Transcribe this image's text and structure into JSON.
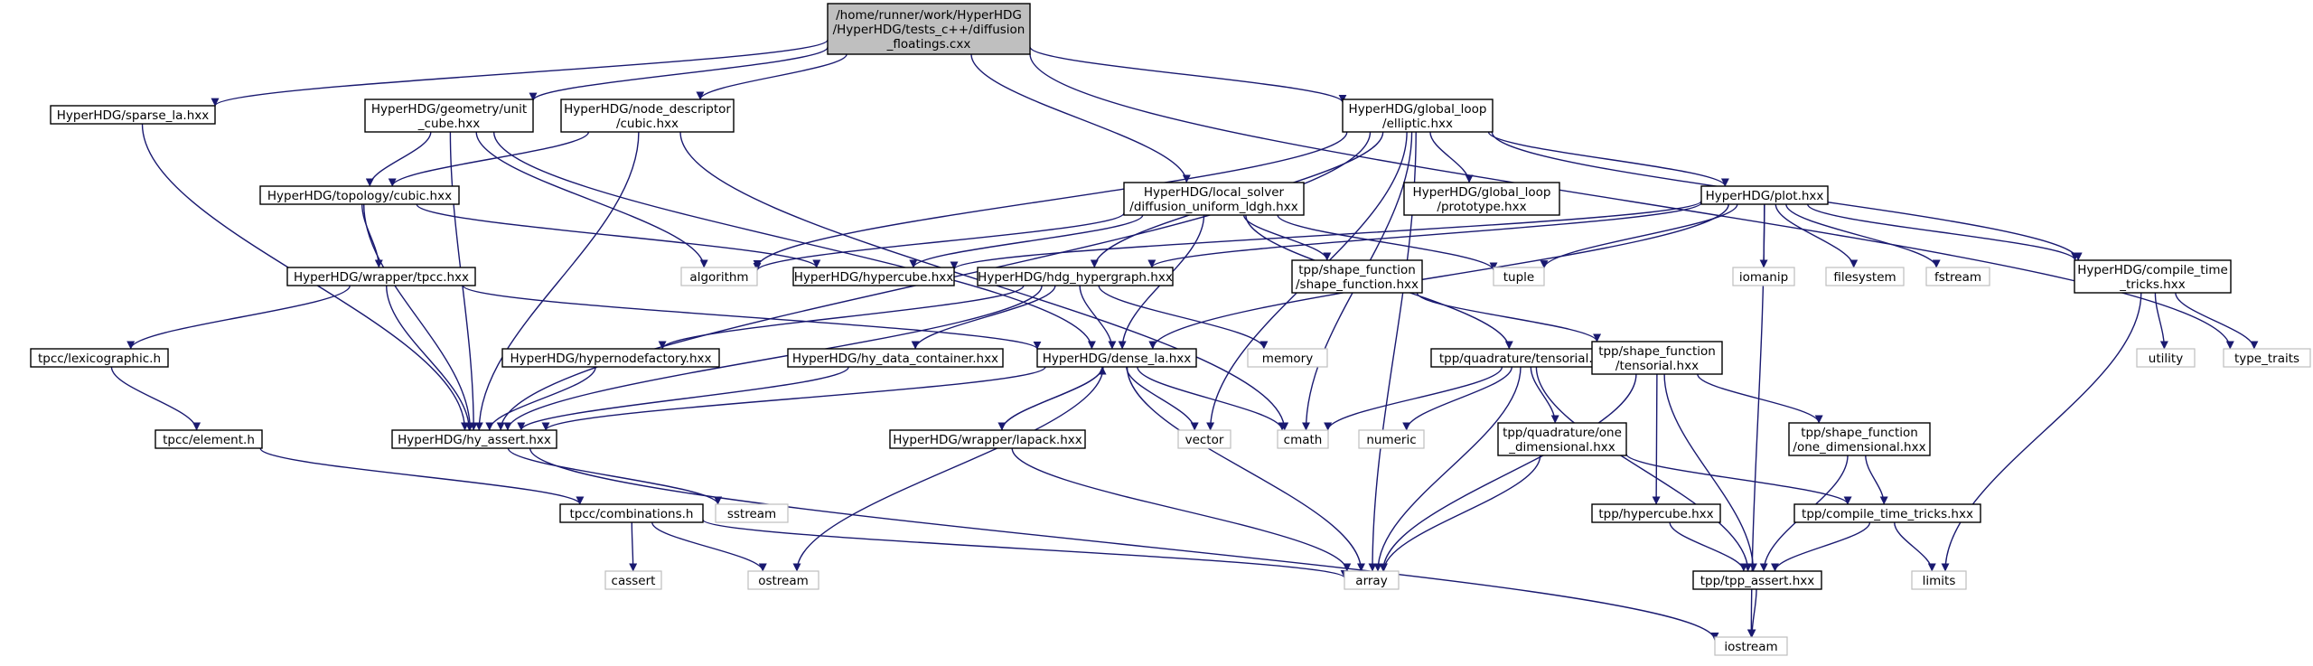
{
  "colors": {
    "edge": "#191970",
    "root_fill": "#bfbfbf",
    "border": "#000000",
    "system_border": "#bfbfbf"
  },
  "nodes": {
    "root": {
      "lines": [
        "/home/runner/work/HyperHDG",
        "/HyperHDG/tests_c++/diffusion",
        "_floatings.cxx"
      ],
      "kind": "root"
    },
    "sparse_la": {
      "lines": [
        "HyperHDG/sparse_la.hxx"
      ],
      "kind": "file"
    },
    "unit_cube": {
      "lines": [
        "HyperHDG/geometry/unit",
        "_cube.hxx"
      ],
      "kind": "file"
    },
    "node_cubic": {
      "lines": [
        "HyperHDG/node_descriptor",
        "/cubic.hxx"
      ],
      "kind": "file"
    },
    "global_elliptic": {
      "lines": [
        "HyperHDG/global_loop",
        "/elliptic.hxx"
      ],
      "kind": "file"
    },
    "topo_cubic": {
      "lines": [
        "HyperHDG/topology/cubic.hxx"
      ],
      "kind": "file"
    },
    "local_solver": {
      "lines": [
        "HyperHDG/local_solver",
        "/diffusion_uniform_ldgh.hxx"
      ],
      "kind": "file"
    },
    "global_prototype": {
      "lines": [
        "HyperHDG/global_loop",
        "/prototype.hxx"
      ],
      "kind": "file"
    },
    "plot": {
      "lines": [
        "HyperHDG/plot.hxx"
      ],
      "kind": "file"
    },
    "wrapper_tpcc": {
      "lines": [
        "HyperHDG/wrapper/tpcc.hxx"
      ],
      "kind": "file"
    },
    "algorithm": {
      "lines": [
        "algorithm"
      ],
      "kind": "system"
    },
    "hypercube": {
      "lines": [
        "HyperHDG/hypercube.hxx"
      ],
      "kind": "file"
    },
    "hdg_hypergraph": {
      "lines": [
        "HyperHDG/hdg_hypergraph.hxx"
      ],
      "kind": "file"
    },
    "shape_function": {
      "lines": [
        "tpp/shape_function",
        "/shape_function.hxx"
      ],
      "kind": "file"
    },
    "tuple": {
      "lines": [
        "tuple"
      ],
      "kind": "system"
    },
    "iomanip": {
      "lines": [
        "iomanip"
      ],
      "kind": "system"
    },
    "filesystem": {
      "lines": [
        "filesystem"
      ],
      "kind": "system"
    },
    "fstream": {
      "lines": [
        "fstream"
      ],
      "kind": "system"
    },
    "compile_time": {
      "lines": [
        "HyperHDG/compile_time",
        "_tricks.hxx"
      ],
      "kind": "file"
    },
    "lexicographic": {
      "lines": [
        "tpcc/lexicographic.h"
      ],
      "kind": "file"
    },
    "hypernodefactory": {
      "lines": [
        "HyperHDG/hypernodefactory.hxx"
      ],
      "kind": "file"
    },
    "hy_data_container": {
      "lines": [
        "HyperHDG/hy_data_container.hxx"
      ],
      "kind": "file"
    },
    "dense_la": {
      "lines": [
        "HyperHDG/dense_la.hxx"
      ],
      "kind": "file"
    },
    "memory": {
      "lines": [
        "memory"
      ],
      "kind": "system"
    },
    "quad_tensorial": {
      "lines": [
        "tpp/quadrature/tensorial.hxx"
      ],
      "kind": "file"
    },
    "sf_tensorial": {
      "lines": [
        "tpp/shape_function",
        "/tensorial.hxx"
      ],
      "kind": "file"
    },
    "utility": {
      "lines": [
        "utility"
      ],
      "kind": "system"
    },
    "type_traits": {
      "lines": [
        "type_traits"
      ],
      "kind": "system"
    },
    "element": {
      "lines": [
        "tpcc/element.h"
      ],
      "kind": "file"
    },
    "hy_assert": {
      "lines": [
        "HyperHDG/hy_assert.hxx"
      ],
      "kind": "file"
    },
    "wrapper_lapack": {
      "lines": [
        "HyperHDG/wrapper/lapack.hxx"
      ],
      "kind": "file"
    },
    "vector": {
      "lines": [
        "vector"
      ],
      "kind": "system"
    },
    "cmath": {
      "lines": [
        "cmath"
      ],
      "kind": "system"
    },
    "numeric": {
      "lines": [
        "numeric"
      ],
      "kind": "system"
    },
    "quad_one_dim": {
      "lines": [
        "tpp/quadrature/one",
        "_dimensional.hxx"
      ],
      "kind": "file"
    },
    "sf_one_dim": {
      "lines": [
        "tpp/shape_function",
        "/one_dimensional.hxx"
      ],
      "kind": "file"
    },
    "combinations": {
      "lines": [
        "tpcc/combinations.h"
      ],
      "kind": "file"
    },
    "sstream": {
      "lines": [
        "sstream"
      ],
      "kind": "system"
    },
    "tpp_hypercube": {
      "lines": [
        "tpp/hypercube.hxx"
      ],
      "kind": "file"
    },
    "tpp_compile_time": {
      "lines": [
        "tpp/compile_time_tricks.hxx"
      ],
      "kind": "file"
    },
    "cassert": {
      "lines": [
        "cassert"
      ],
      "kind": "system"
    },
    "ostream": {
      "lines": [
        "ostream"
      ],
      "kind": "system"
    },
    "array": {
      "lines": [
        "array"
      ],
      "kind": "system"
    },
    "tpp_assert": {
      "lines": [
        "tpp/tpp_assert.hxx"
      ],
      "kind": "file"
    },
    "limits": {
      "lines": [
        "limits"
      ],
      "kind": "system"
    },
    "iostream": {
      "lines": [
        "iostream"
      ],
      "kind": "system"
    }
  },
  "edges": [
    [
      "root",
      "sparse_la"
    ],
    [
      "root",
      "unit_cube"
    ],
    [
      "root",
      "node_cubic"
    ],
    [
      "root",
      "global_elliptic"
    ],
    [
      "root",
      "local_solver"
    ],
    [
      "root",
      "type_traits"
    ],
    [
      "sparse_la",
      "hy_assert"
    ],
    [
      "unit_cube",
      "topo_cubic"
    ],
    [
      "unit_cube",
      "hy_assert"
    ],
    [
      "unit_cube",
      "algorithm"
    ],
    [
      "unit_cube",
      "dense_la"
    ],
    [
      "node_cubic",
      "topo_cubic"
    ],
    [
      "node_cubic",
      "hy_assert"
    ],
    [
      "node_cubic",
      "cmath"
    ],
    [
      "global_elliptic",
      "global_prototype"
    ],
    [
      "global_elliptic",
      "plot"
    ],
    [
      "global_elliptic",
      "hdg_hypergraph"
    ],
    [
      "global_elliptic",
      "hy_assert"
    ],
    [
      "global_elliptic",
      "algorithm"
    ],
    [
      "global_elliptic",
      "compile_time"
    ],
    [
      "global_elliptic",
      "vector"
    ],
    [
      "global_elliptic",
      "array"
    ],
    [
      "global_elliptic",
      "cmath"
    ],
    [
      "topo_cubic",
      "wrapper_tpcc"
    ],
    [
      "topo_cubic",
      "hy_assert"
    ],
    [
      "topo_cubic",
      "hypercube"
    ],
    [
      "local_solver",
      "hypercube"
    ],
    [
      "local_solver",
      "shape_function"
    ],
    [
      "local_solver",
      "quad_tensorial"
    ],
    [
      "local_solver",
      "dense_la"
    ],
    [
      "local_solver",
      "tuple"
    ],
    [
      "local_solver",
      "algorithm"
    ],
    [
      "plot",
      "hdg_hypergraph"
    ],
    [
      "plot",
      "hypercube"
    ],
    [
      "plot",
      "dense_la"
    ],
    [
      "plot",
      "tuple"
    ],
    [
      "plot",
      "iomanip"
    ],
    [
      "plot",
      "filesystem"
    ],
    [
      "plot",
      "fstream"
    ],
    [
      "plot",
      "compile_time"
    ],
    [
      "plot",
      "iostream"
    ],
    [
      "wrapper_tpcc",
      "lexicographic"
    ],
    [
      "wrapper_tpcc",
      "hy_assert"
    ],
    [
      "wrapper_tpcc",
      "dense_la"
    ],
    [
      "hdg_hypergraph",
      "hypernodefactory"
    ],
    [
      "hdg_hypergraph",
      "hy_data_container"
    ],
    [
      "hdg_hypergraph",
      "dense_la"
    ],
    [
      "hdg_hypergraph",
      "memory"
    ],
    [
      "hdg_hypergraph",
      "hy_assert"
    ],
    [
      "shape_function",
      "sf_tensorial"
    ],
    [
      "compile_time",
      "utility"
    ],
    [
      "compile_time",
      "type_traits"
    ],
    [
      "compile_time",
      "limits"
    ],
    [
      "lexicographic",
      "element"
    ],
    [
      "hypernodefactory",
      "hy_assert"
    ],
    [
      "hy_data_container",
      "hy_assert"
    ],
    [
      "dense_la",
      "hy_assert"
    ],
    [
      "dense_la",
      "wrapper_lapack"
    ],
    [
      "dense_la",
      "vector"
    ],
    [
      "dense_la",
      "cmath"
    ],
    [
      "dense_la",
      "array"
    ],
    [
      "dense_la",
      "ostream"
    ],
    [
      "wrapper_lapack",
      "dense_la"
    ],
    [
      "wrapper_lapack",
      "array"
    ],
    [
      "quad_tensorial",
      "quad_one_dim"
    ],
    [
      "quad_tensorial",
      "tpp_assert"
    ],
    [
      "quad_tensorial",
      "cmath"
    ],
    [
      "quad_tensorial",
      "numeric"
    ],
    [
      "quad_tensorial",
      "array"
    ],
    [
      "sf_tensorial",
      "sf_one_dim"
    ],
    [
      "sf_tensorial",
      "tpp_hypercube"
    ],
    [
      "sf_tensorial",
      "tpp_assert"
    ],
    [
      "sf_tensorial",
      "array"
    ],
    [
      "element",
      "combinations"
    ],
    [
      "hy_assert",
      "sstream"
    ],
    [
      "hy_assert",
      "iostream"
    ],
    [
      "quad_one_dim",
      "tpp_compile_time"
    ],
    [
      "quad_one_dim",
      "array"
    ],
    [
      "sf_one_dim",
      "tpp_compile_time"
    ],
    [
      "sf_one_dim",
      "tpp_assert"
    ],
    [
      "combinations",
      "cassert"
    ],
    [
      "combinations",
      "ostream"
    ],
    [
      "combinations",
      "array"
    ],
    [
      "tpp_hypercube",
      "tpp_assert"
    ],
    [
      "tpp_compile_time",
      "tpp_assert"
    ],
    [
      "tpp_compile_time",
      "limits"
    ],
    [
      "tpp_assert",
      "iostream"
    ]
  ]
}
